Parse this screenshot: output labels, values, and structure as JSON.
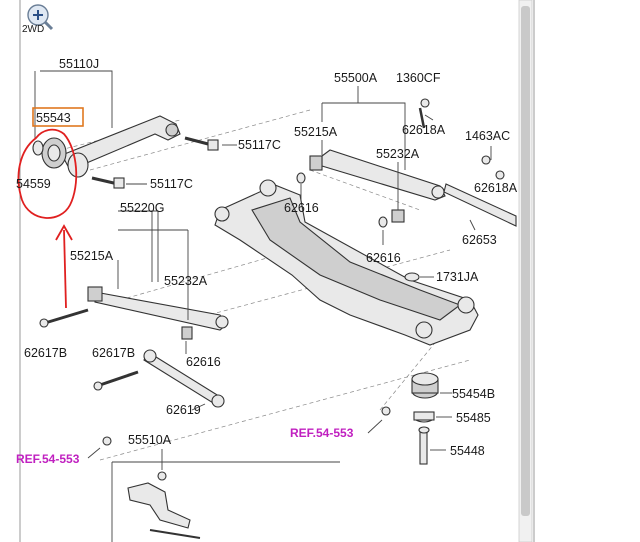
{
  "viewer": {
    "zoom_icon": "zoom-in-icon",
    "corner_label": "2WD"
  },
  "labels": {
    "p55110J": "55110J",
    "p55543": "55543",
    "p54559": "54559",
    "p55117C_a": "55117C",
    "p55117C_b": "55117C",
    "p55220G": "55220G",
    "p55215A_a": "55215A",
    "p55232A_a": "55232A",
    "p62617B_a": "62617B",
    "p62617B_b": "62617B",
    "p62616_a": "62616",
    "p62619": "62619",
    "p55500A": "55500A",
    "p1360CF": "1360CF",
    "p62618A_a": "62618A",
    "p55215A_b": "55215A",
    "p55232A_b": "55232A",
    "p1463AC": "1463AC",
    "p62618A_b": "62618A",
    "p62616_b": "62616",
    "p62616_c": "62616",
    "p62653": "62653",
    "p1731JA": "1731JA",
    "p55454B": "55454B",
    "p55485": "55485",
    "p55448": "55448",
    "p55510A": "55510A",
    "ref1": "REF.54-553",
    "ref2": "REF.54-553"
  },
  "colors": {
    "highlight_box": "#e07820",
    "annotation": "#e02020",
    "reference": "#c020c0"
  }
}
